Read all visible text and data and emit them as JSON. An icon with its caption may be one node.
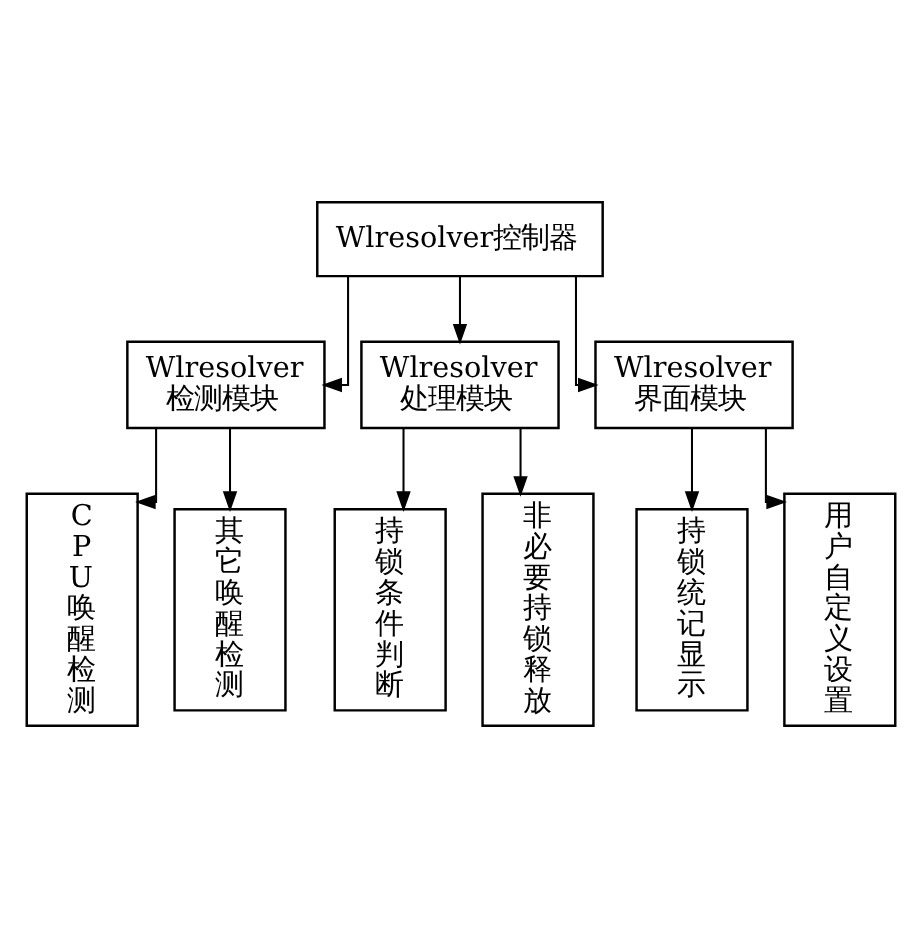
{
  "diagram": {
    "nodes": [
      {
        "text": [
          "Wlresolver控制器"
        ]
      },
      {
        "text": [
          "Wlresolver 检测模块"
        ]
      },
      {
        "text": [
          "Wlresolver 处理模块"
        ]
      },
      {
        "text": [
          "Wlresolver 界面模块"
        ]
      },
      {
        "text": [
          "CPU唤醒检测"
        ]
      },
      {
        "text": [
          "其它唤醒检测"
        ]
      },
      {
        "text": [
          "持锁条件判断"
        ]
      },
      {
        "text": [
          "非必要持锁释放"
        ]
      },
      {
        "text": [
          "持锁统记显示"
        ]
      },
      {
        "text": [
          "用户自定义设置"
        ]
      }
    ],
    "edges": [
      {
        "from": 0,
        "to": 1,
        "arrow": "to"
      },
      {
        "from": 0,
        "to": 2,
        "arrow": "to"
      },
      {
        "from": 0,
        "to": 3,
        "arrow": "to"
      },
      {
        "from": 1,
        "to": 4,
        "arrow": "to"
      },
      {
        "from": 1,
        "to": 5,
        "arrow": "to"
      },
      {
        "from": 2,
        "to": 6,
        "arrow": "to"
      },
      {
        "from": 2,
        "to": 7,
        "arrow": "to"
      },
      {
        "from": 3,
        "to": 8,
        "arrow": "to"
      },
      {
        "from": 3,
        "to": 9,
        "arrow": "to"
      }
    ]
  }
}
